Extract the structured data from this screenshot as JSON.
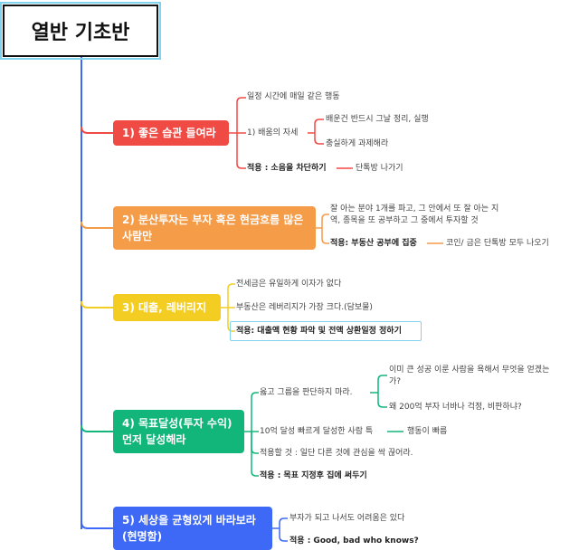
{
  "root": {
    "title": "열반 기초반"
  },
  "branches": [
    {
      "title": "1) 좋은 습관 들여라",
      "color": "#f04a45",
      "items": [
        "일정 시간에 매일 같은 행동",
        "1) 배움의 자세",
        "배운건 반드시 그날 정리, 실행",
        "충실하게 과제해라",
        "적용 : 소음을 차단하기",
        "단톡방 나가기"
      ]
    },
    {
      "title": "2) 분산투자는 부자 혹은 현금흐름 많은 사람만",
      "color": "#f59c49",
      "items": [
        "잘 아는 분야 1개를 파고, 그 안에서 또 잘 아는 지",
        "역, 종목을 또 공부하고 그 중에서 투자할 것",
        "적용: 부동산 공부에 집중",
        "코인/ 금은 단톡방 모두 나오기"
      ]
    },
    {
      "title": "3) 대출, 레버리지",
      "color": "#f4cd22",
      "items": [
        "전세금은 유일하게 이자가 없다",
        "부동산은 레버리지가 가장 크다.(담보물)",
        "적용: 대출액 현황 파악 및 전액 상환일정 정하기"
      ]
    },
    {
      "title": "4) 목표달성(투자 수익) 먼저 달성해라",
      "color": "#12b57a",
      "items": [
        "옳고 그름을 판단하지 마라.",
        "이미 큰 성공 이룬 사람을 욕해서 무엇을 얻겠는",
        "가?",
        "왜 200억 부자 너바나 걱정, 비판하냐?",
        "10억 달성 빠르게 달성한 사람 특",
        "행동이 빠름",
        "적용할 것 : 일단 다른 것에 관심을 싹 끊어라.",
        "적용 : 목표 지정후 집에 써두기"
      ]
    },
    {
      "title": "5) 세상을 균형있게 바라보라 (현명함)",
      "color": "#3d69f6",
      "items": [
        "부자가 되고 나서도 어려움은 있다",
        "적용 : Good, bad who knows?"
      ]
    }
  ]
}
